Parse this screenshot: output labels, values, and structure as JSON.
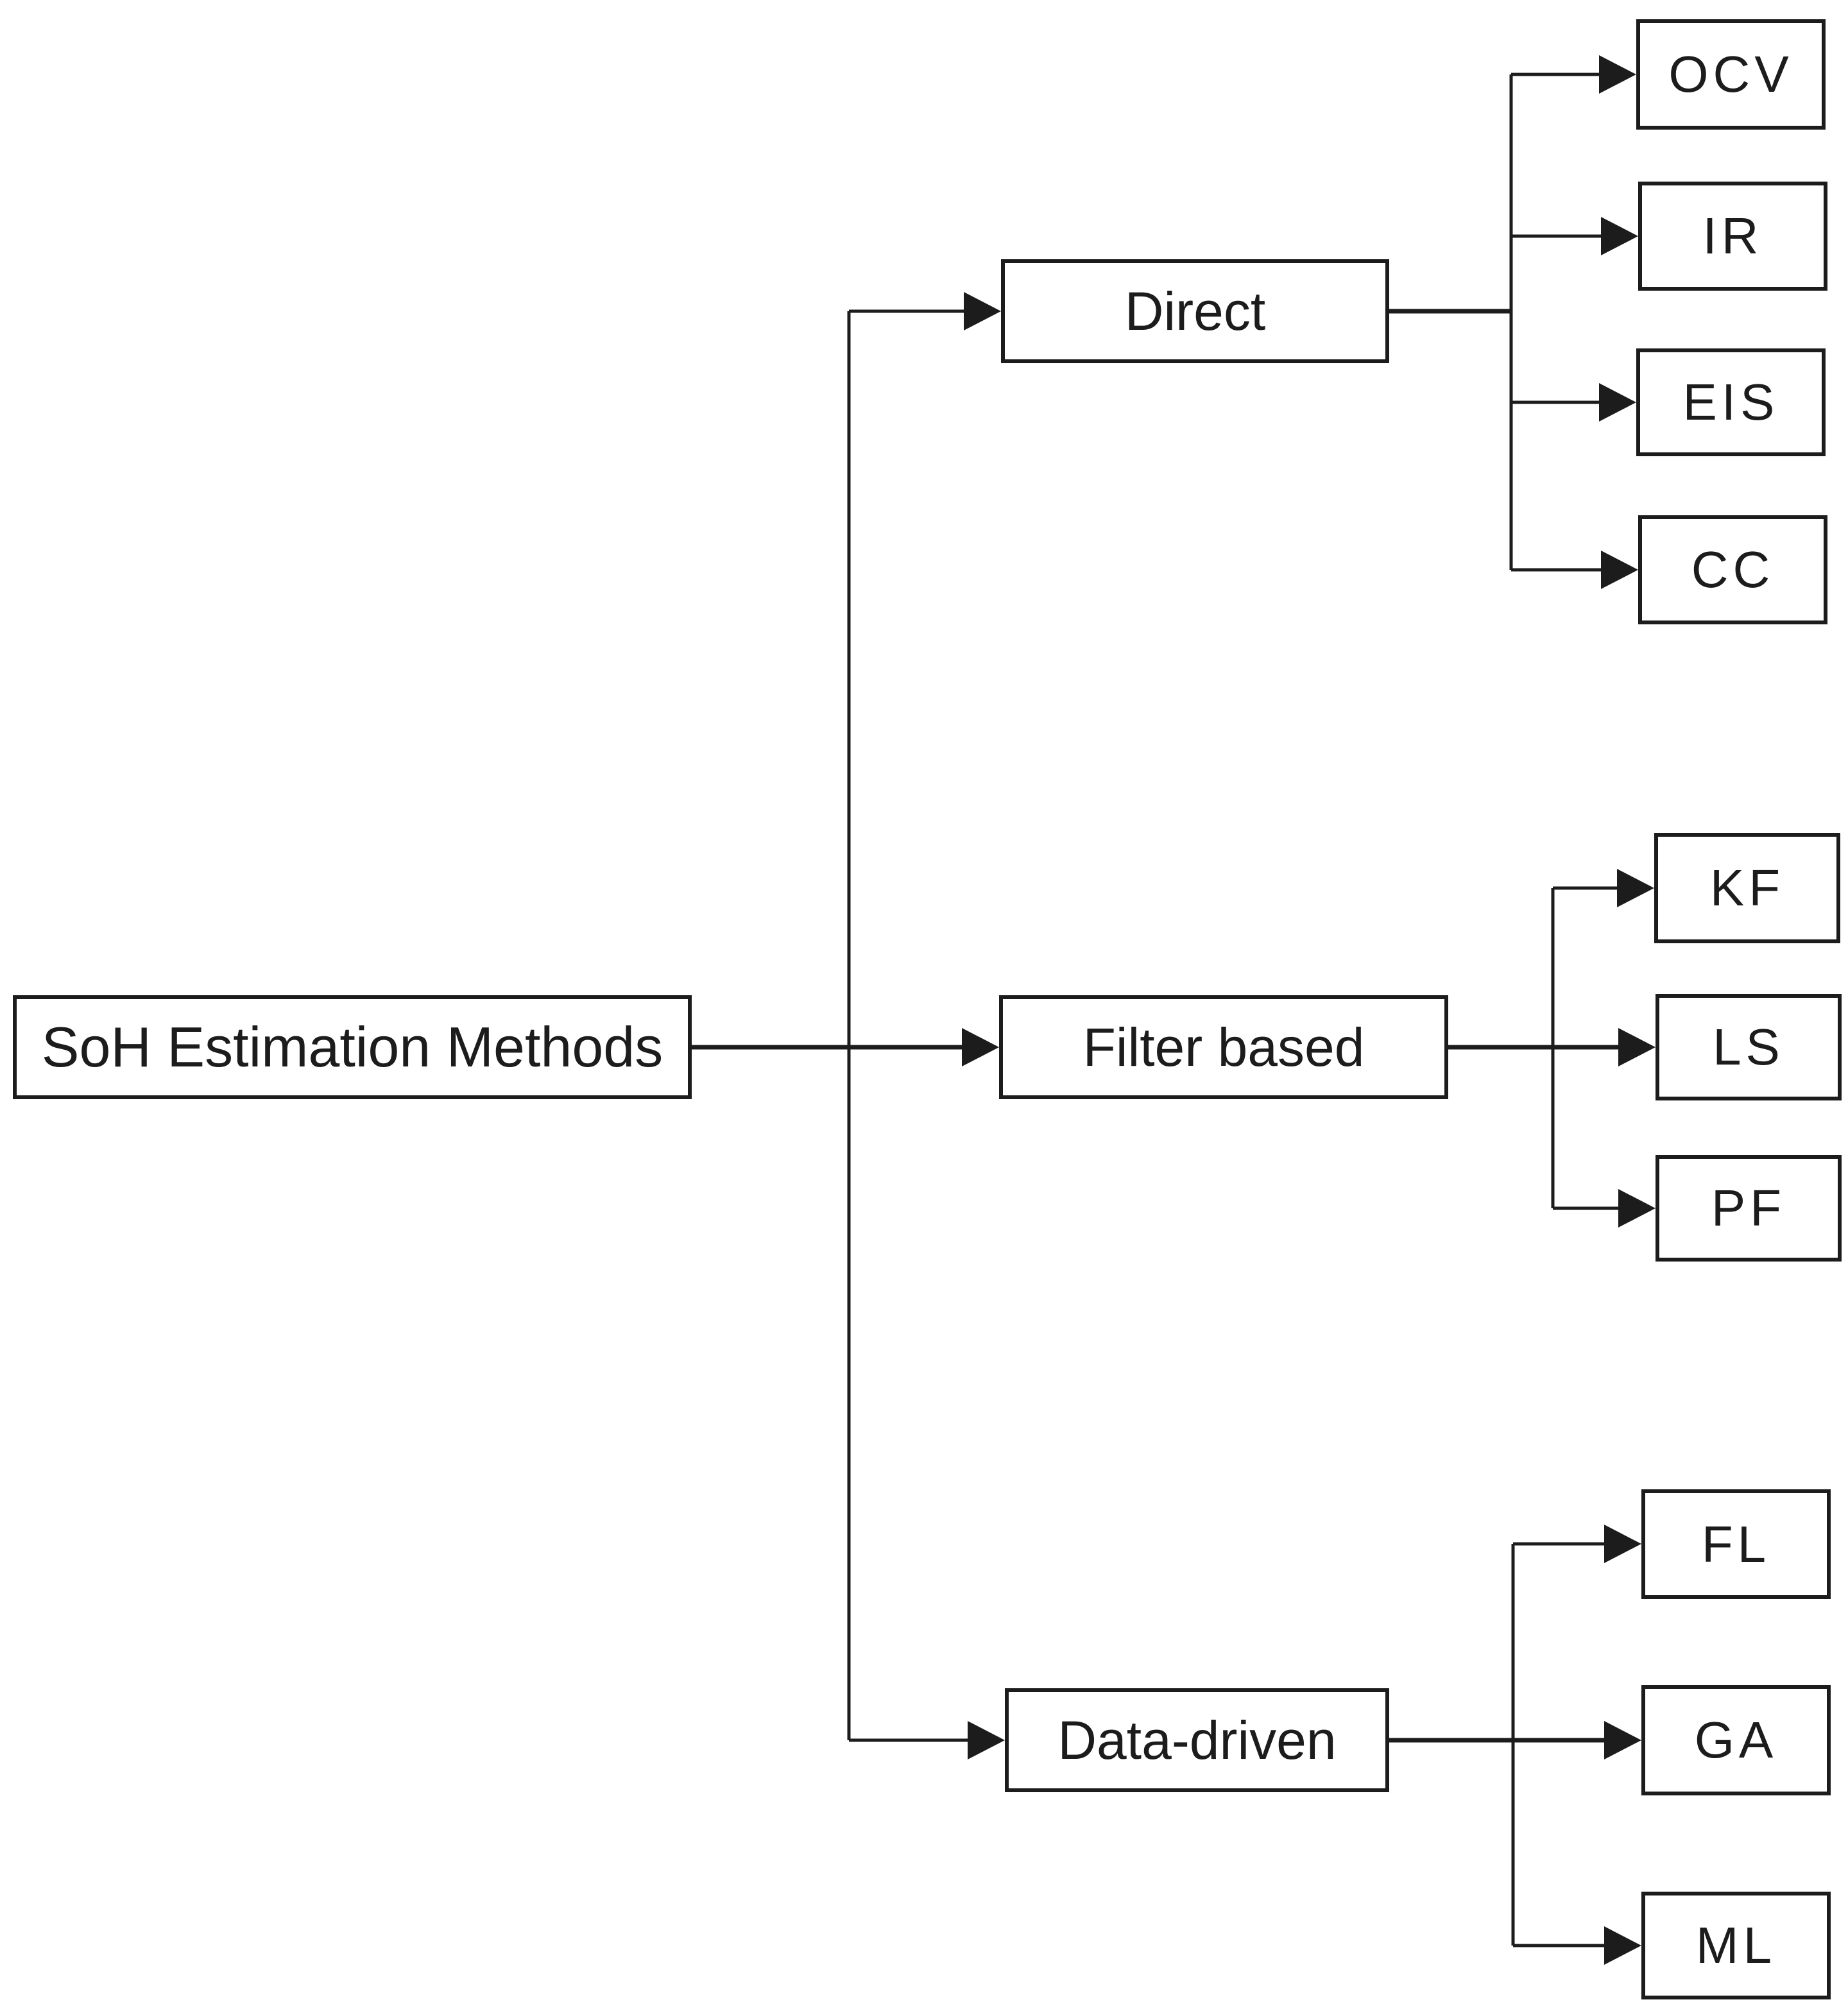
{
  "diagram": {
    "type": "tree",
    "title": "SoH Estimation Methods",
    "colors": {
      "background": "#ffffff",
      "box_fill": "#ffffff",
      "box_border": "#1c1c1c",
      "line": "#1c1c1c",
      "text": "#1c1c1c"
    },
    "root": {
      "id": "root",
      "label": "SoH Estimation Methods"
    },
    "branches": [
      {
        "id": "direct",
        "label": "Direct",
        "children": [
          {
            "id": "ocv",
            "label": "OCV"
          },
          {
            "id": "ir",
            "label": "IR"
          },
          {
            "id": "eis",
            "label": "EIS"
          },
          {
            "id": "cc",
            "label": "CC"
          }
        ]
      },
      {
        "id": "filter",
        "label": "Filter based",
        "children": [
          {
            "id": "kf",
            "label": "KF"
          },
          {
            "id": "ls",
            "label": "LS"
          },
          {
            "id": "pf",
            "label": "PF"
          }
        ]
      },
      {
        "id": "data",
        "label": "Data-driven",
        "children": [
          {
            "id": "fl",
            "label": "FL"
          },
          {
            "id": "ga",
            "label": "GA"
          },
          {
            "id": "ml",
            "label": "ML"
          }
        ]
      }
    ]
  }
}
